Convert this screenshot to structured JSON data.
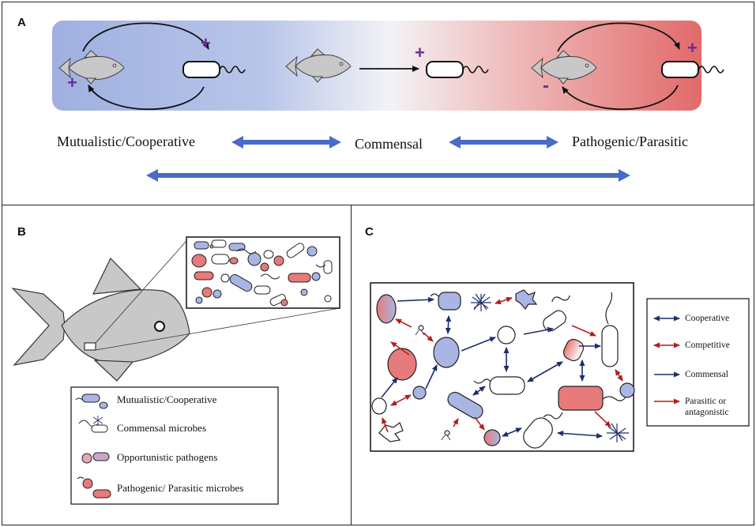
{
  "panels": {
    "a": "A",
    "b": "B",
    "c": "C"
  },
  "panel_a": {
    "signs": {
      "plus": "+",
      "minus": "-"
    },
    "spectrum": {
      "left": "Mutualistic/Cooperative",
      "middle": "Commensal",
      "right": "Pathogenic/Parasitic"
    }
  },
  "panel_b": {
    "legend": [
      {
        "label": "Mutualistic/Cooperative"
      },
      {
        "label": "Commensal microbes"
      },
      {
        "label": "Opportunistic pathogens"
      },
      {
        "label": "Pathogenic/ Parasitic microbes"
      }
    ]
  },
  "panel_c": {
    "legend": [
      {
        "label": "Cooperative",
        "color": "#1f2d6b"
      },
      {
        "label": "Competitive",
        "color": "#b21f1f"
      },
      {
        "label": "Commensal",
        "color": "#1f2d6b"
      },
      {
        "label": "Parasitic or antagonistic",
        "color": "#b21f1f"
      }
    ]
  },
  "colors": {
    "blue_fill": "#a9b6e3",
    "red_fill": "#e77a7a",
    "arrow_blue": "#4a6ac9",
    "navy": "#1f2d6b",
    "dark_red": "#b21f1f",
    "purple": "#6d2a9a"
  }
}
